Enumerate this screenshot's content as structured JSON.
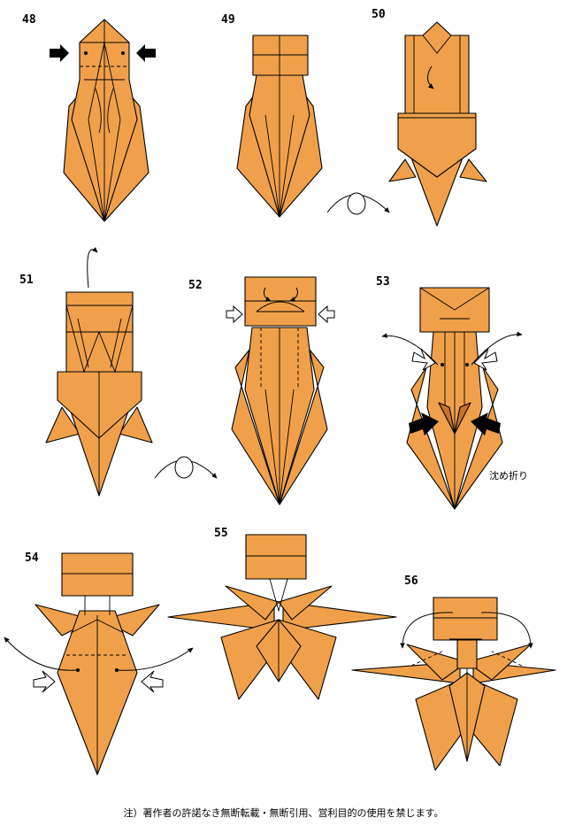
{
  "colors": {
    "paper": "#f0a04a",
    "paper_dark": "#c8752a",
    "line": "#000000"
  },
  "steps": [
    {
      "num": "48"
    },
    {
      "num": "49"
    },
    {
      "num": "50"
    },
    {
      "num": "51"
    },
    {
      "num": "52"
    },
    {
      "num": "53"
    },
    {
      "num": "54"
    },
    {
      "num": "55"
    },
    {
      "num": "56"
    }
  ],
  "step53_note": "沈め折り",
  "footer": "注）著作者の許諾なき無断転載・無断引用、営利目的の使用を禁じます。",
  "icons": [
    "push-arrow-icon",
    "valley-fold-arrow-icon",
    "turn-over-icon",
    "sink-fold-arrow-icon"
  ]
}
